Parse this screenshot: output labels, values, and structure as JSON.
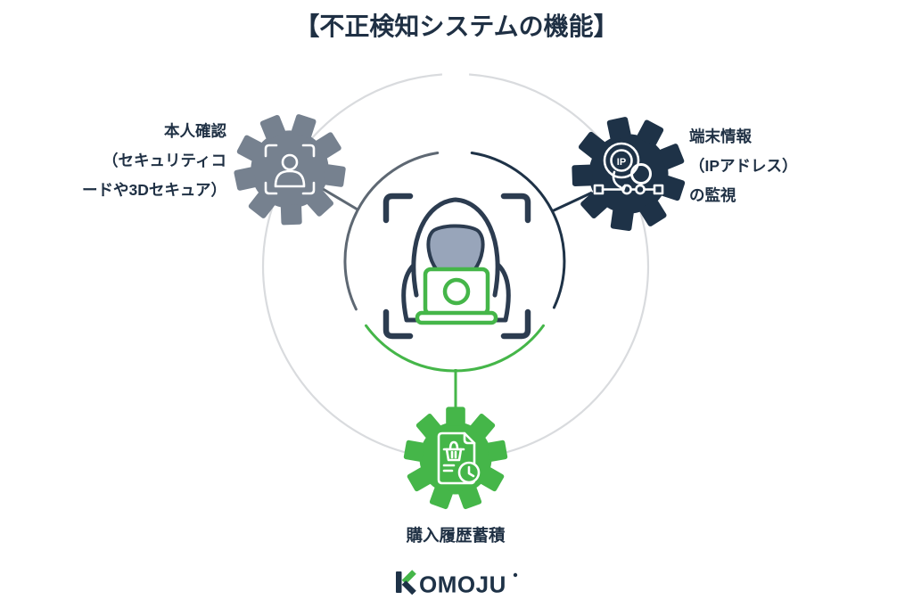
{
  "title": "【不正検知システムの機能】",
  "features": {
    "identity": {
      "lines": [
        "本人確認",
        "（セキュリティコ",
        "ードや3Dセキュア）"
      ],
      "icon": "person-scan-icon"
    },
    "device": {
      "lines": [
        "端末情報",
        "（IPアドレス）",
        "の監視"
      ],
      "icon": "ip-pin-network-icon",
      "icon_label": "IP"
    },
    "purchase": {
      "label": "購入履歴蓄積",
      "icon": "purchase-history-document-icon"
    }
  },
  "center": {
    "icon": "hacker-laptop-icon"
  },
  "footer": {
    "logo_text": "KOMOJU",
    "logo_letters_after_k": "OMOJU"
  },
  "colors": {
    "navy": "#1E3247",
    "text_navy": "#1F3044",
    "slate_gray": "#76818F",
    "gray_line": "#5E6873",
    "green": "#45B649",
    "ring_gray": "#D9DBDE",
    "face_shadow": "#98A5BA",
    "outline_navy": "#2C3C50",
    "white": "#FFFFFF"
  }
}
